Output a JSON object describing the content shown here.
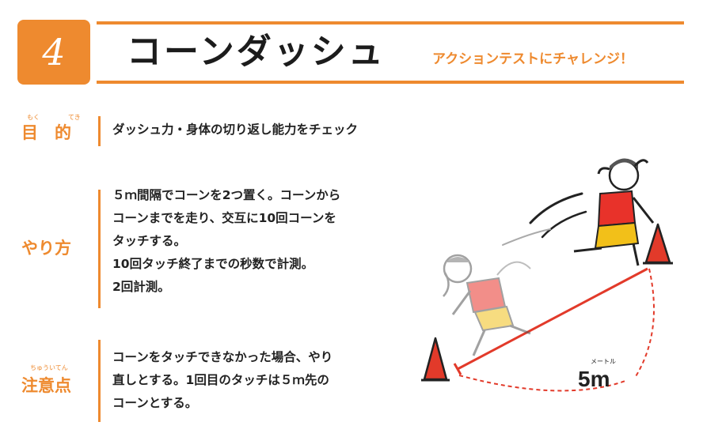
{
  "header": {
    "number": "4",
    "title": "コーンダッシュ",
    "subtitle": "アクションテストにチャレンジ！"
  },
  "sections": {
    "purpose": {
      "label": "目　的",
      "ruby": [
        "もく",
        "てき"
      ],
      "lines": [
        "ダッシュ力・身体の切り返し能力をチェック"
      ]
    },
    "method": {
      "label": "やり方",
      "lines": [
        "５ｍ間隔でコーンを2つ置く。コーンから",
        "コーンまでを走り、交互に10回コーンを",
        "タッチする。",
        "10回タッチ終了までの秒数で計測。",
        "2回計測。"
      ]
    },
    "notes": {
      "label": "注意点",
      "ruby": "ちゅういてん",
      "lines": [
        "コーンをタッチできなかった場合、やり",
        "直しとする。1回目のタッチは５ｍ先の",
        "コーンとする。"
      ]
    }
  },
  "illustration": {
    "distance_label": "5m",
    "distance_ruby": "メートル",
    "colors": {
      "accent": "#ee8a2f",
      "cone": "#e23a2a",
      "line": "#e23a2a",
      "shirt": "#e8322a",
      "shorts": "#f2c019"
    }
  }
}
